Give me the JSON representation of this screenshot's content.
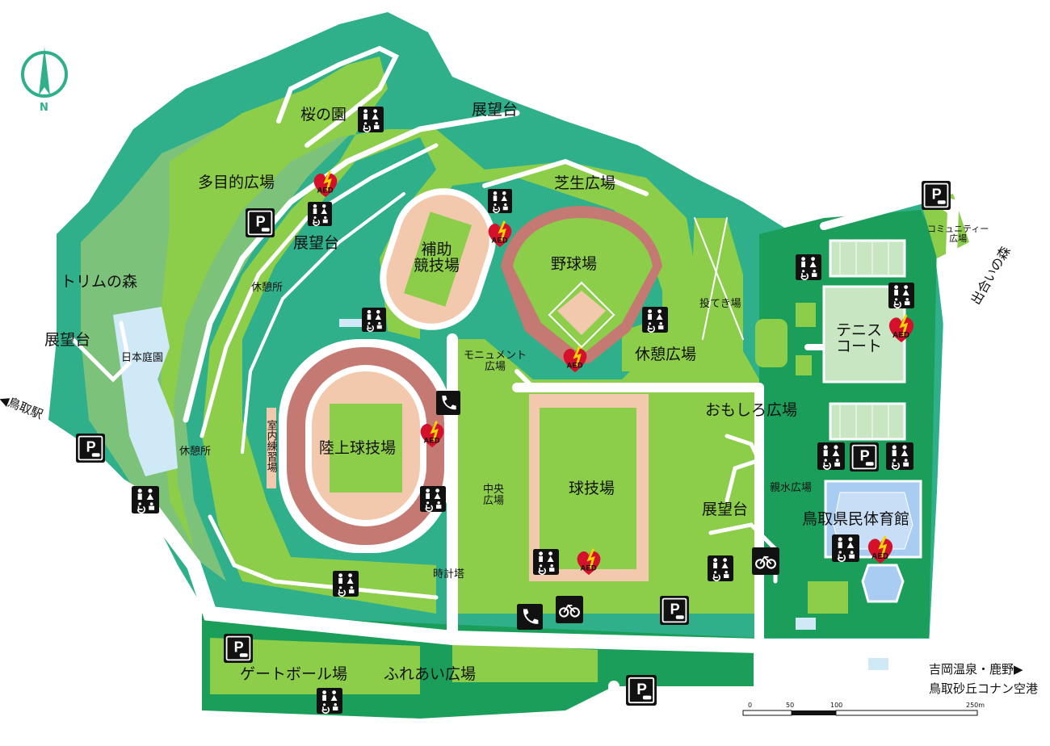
{
  "colors": {
    "dark_green": "#1b9e5a",
    "light_green": "#8ccd4a",
    "teal": "#2fb08a",
    "path": "#ffffff",
    "track": "#c47a72",
    "sand": "#f3c9ad",
    "water": "#cfe9f7",
    "aed_red": "#d4102a"
  },
  "compass": {
    "letter": "N"
  },
  "labels": {
    "sakura": "桜の園",
    "tenbodai_top": "展望台",
    "tamokuteki": "多目的広場",
    "tenbodai_left": "展望台",
    "trim": "トリムの森",
    "tenbodai_west": "展望台",
    "nihonteien": "日本庭園",
    "kyukeisho1": "休憩所",
    "kyukeisho2": "休憩所",
    "shibafu": "芝生広場",
    "hojo": "補助\n競技場",
    "yakyujo": "野球場",
    "nageteba": "投てき場",
    "kyukei_hiroba": "休憩広場",
    "monument": "モニュメント\n広場",
    "rikujo": "陸上球技場",
    "shitsunai": "室内練習場",
    "chuo": "中央\n広場",
    "kyugijo": "球技場",
    "tokeito": "時計塔",
    "omoshiro": "おもしろ広場",
    "shinsui": "親水広場",
    "tenbodai_east": "展望台",
    "taiikukan": "鳥取県民体育館",
    "tennis": "テニス\nコート",
    "community": "コミュニティー\n広場",
    "deai": "出合いの森",
    "gateball": "ゲートボール場",
    "fureai": "ふれあい広場"
  },
  "destinations": {
    "station": "◀鳥取駅",
    "onsen": "吉岡温泉・鹿野▶",
    "airport": "鳥取砂丘コナン空港"
  },
  "icons": {
    "parking": "P",
    "aed": "AED"
  },
  "scale": {
    "t0": "0",
    "t1": "50",
    "t2": "100",
    "t3": "250m"
  }
}
